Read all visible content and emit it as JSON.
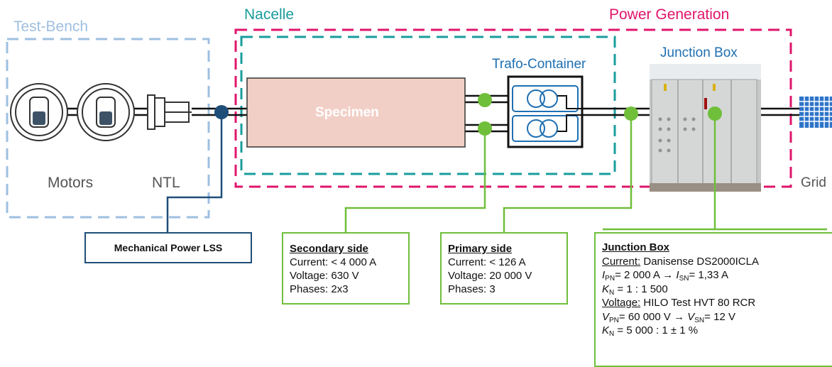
{
  "regions": {
    "test_bench": "Test-Bench",
    "nacelle": "Nacelle",
    "power_generation": "Power Generation"
  },
  "components": {
    "motors": "Motors",
    "ntl": "NTL",
    "specimen": "Specimen",
    "trafo_container": "Trafo-Container",
    "junction_box": "Junction Box",
    "grid": "Grid"
  },
  "callouts": {
    "mechanical": {
      "title": "Mechanical Power LSS"
    },
    "secondary": {
      "title": "Secondary side",
      "lines": [
        "Current: < 4 000 A",
        "Voltage: 630 V",
        "Phases: 2x3"
      ]
    },
    "primary": {
      "title": "Primary side",
      "lines": [
        "Current: < 126 A",
        "Voltage: 20 000 V",
        "Phases: 3"
      ]
    },
    "junction": {
      "title": "Junction Box",
      "current_label": "Current:",
      "current_device": " Danisense DS2000ICLA",
      "ipn_line": {
        "sym1": "I",
        "sub1": "PN",
        "mid": "= 2 000 A → ",
        "sym2": "I",
        "sub2": "SN",
        "end": "= 1,33 A"
      },
      "kn1_line": {
        "sym": "K",
        "sub": "N",
        "val": " = 1 : 1 500"
      },
      "voltage_label": "Voltage:",
      "voltage_device": " HILO Test HVT 80 RCR",
      "vpn_line": {
        "sym1": "V",
        "sub1": "PN",
        "mid": "= 60 000 V → ",
        "sym2": "V",
        "sub2": "SN",
        "end": "= 12 V"
      },
      "kn2_line": {
        "sym": "K",
        "sub": "N",
        "val": " = 5 000 : 1 ± 1 %"
      }
    }
  },
  "colors": {
    "test_bench": "#9ebfe0",
    "nacelle": "#1a9c9c",
    "power_generation": "#e0156b",
    "green": "#6fbf3a",
    "mech_blue": "#1f4e79",
    "specimen_fill": "#f2cfc6",
    "trafo_blue": "#1f6fb2",
    "grid_blue": "#2e74c8"
  },
  "icons": [
    "motor-icon",
    "ntl-coupling-icon",
    "transformer-icon",
    "grid-icon",
    "junction-box-photo"
  ]
}
